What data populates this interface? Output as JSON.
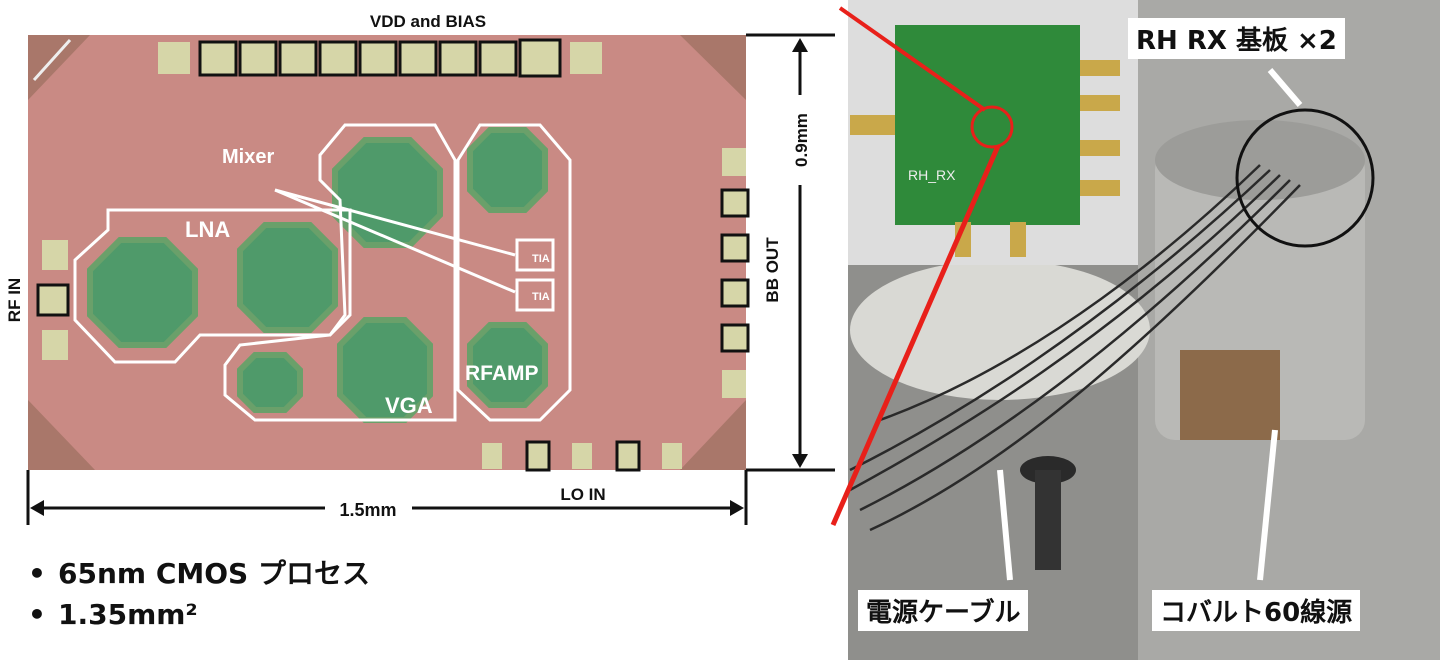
{
  "chip": {
    "top_label": "VDD and BIAS",
    "left_label": "RF IN",
    "right_label": "BB OUT",
    "bottom_label": "LO IN",
    "width_dim": "1.5mm",
    "height_dim": "0.9mm",
    "blocks": {
      "mixer": "Mixer",
      "lna": "LNA",
      "vga": "VGA",
      "rfamp": "RFAMP",
      "tia1": "TIA",
      "tia2": "TIA"
    }
  },
  "specs": [
    "65nm CMOS プロセス",
    "1.35mm²"
  ],
  "photo": {
    "board_silkscreen": "RH_RX",
    "callout_board": "RH RX 基板 ×2",
    "callout_cable": "電源ケーブル",
    "callout_source": "コバルト60線源"
  },
  "colors": {
    "die": "#c98a84",
    "inductor": "#4f9a6a",
    "pad": "#d6d6a8",
    "pcb": "#2f8a3a",
    "highlight": "#e8201a"
  }
}
